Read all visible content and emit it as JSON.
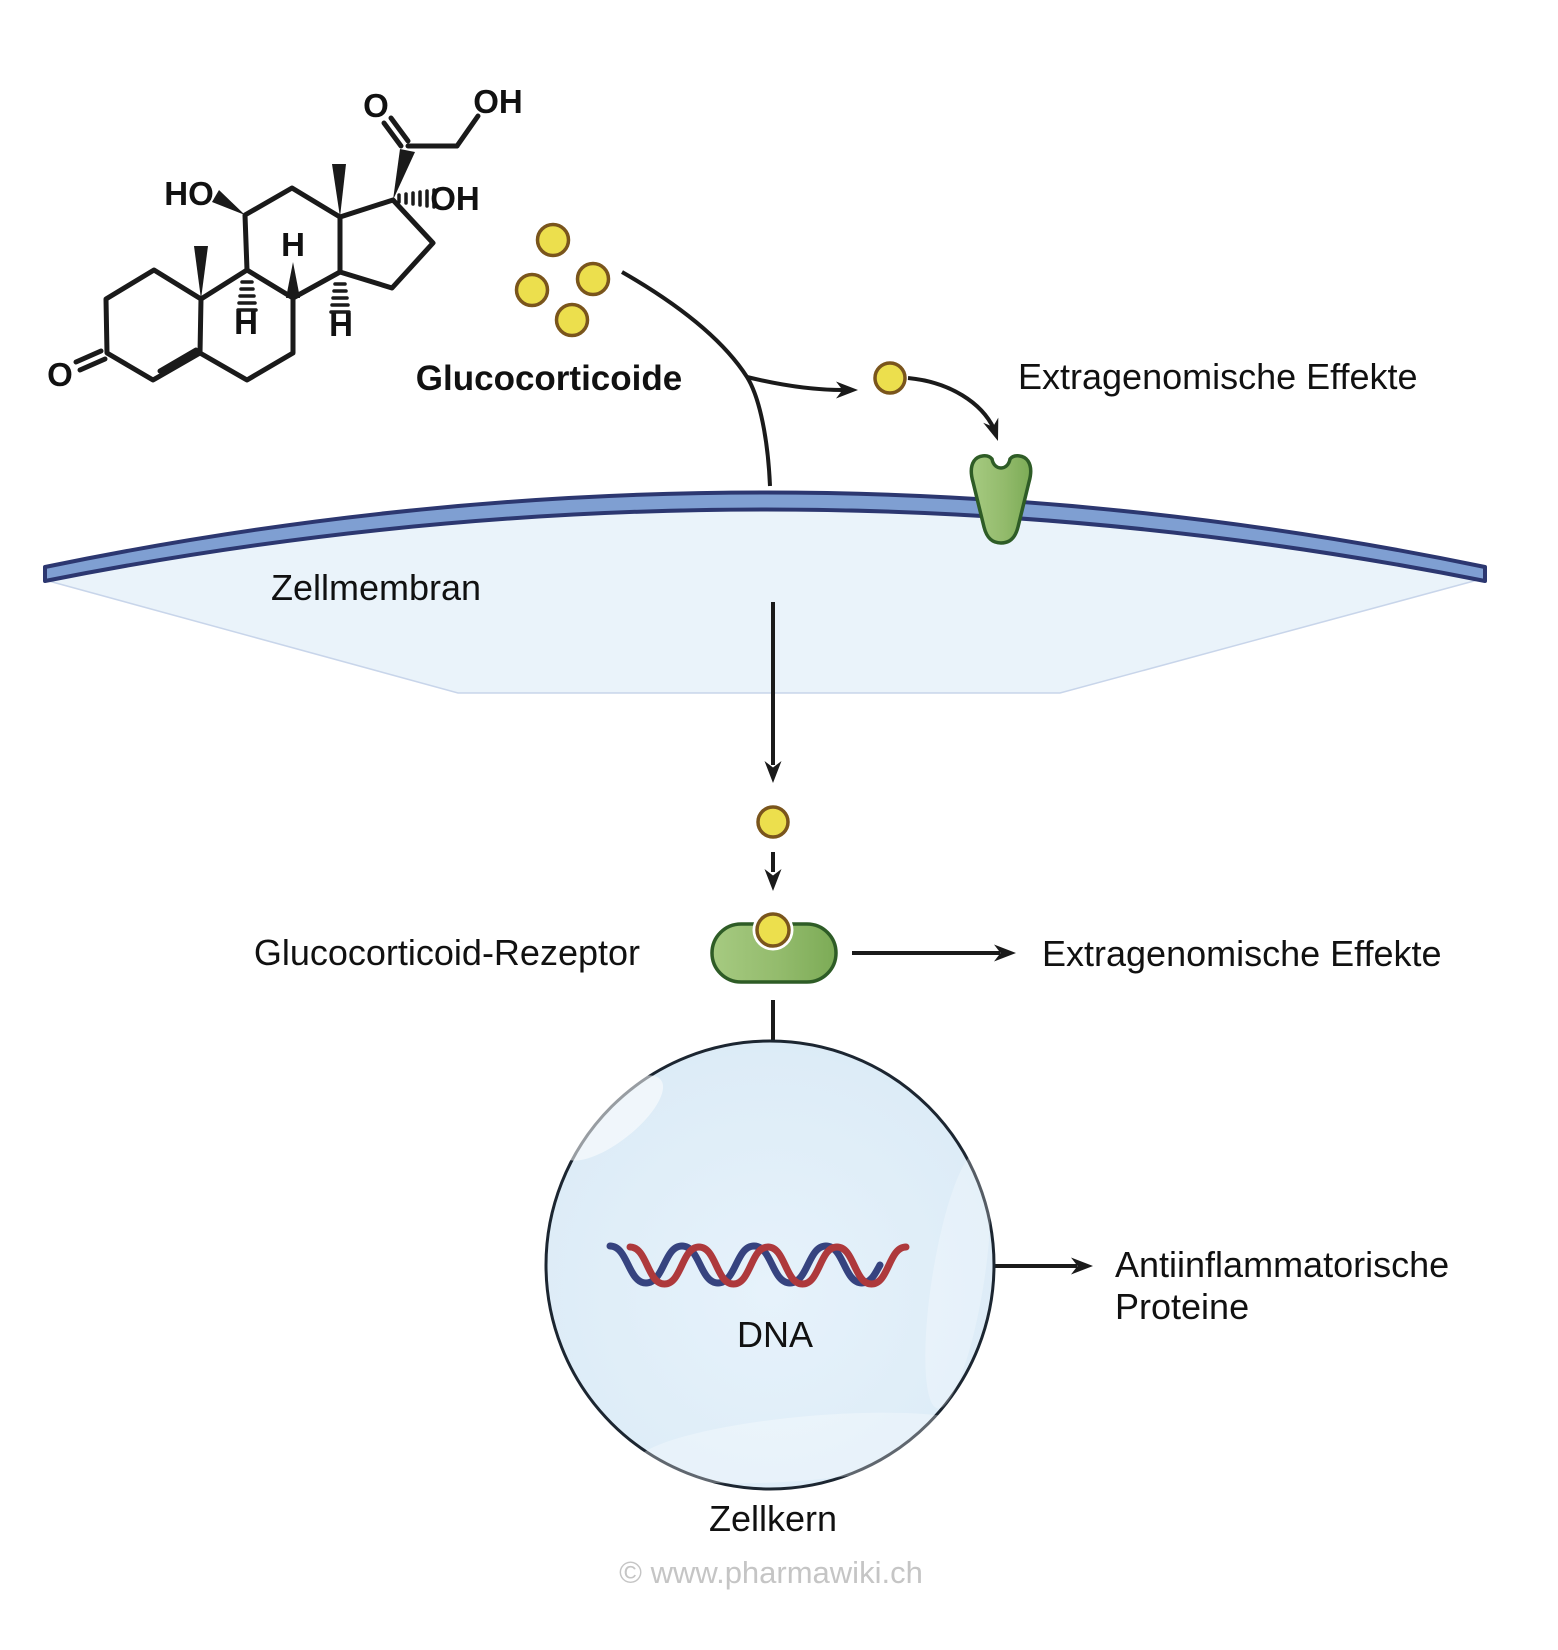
{
  "structure": {
    "title": "Glucocorticoide",
    "atoms": {
      "o_ketone": "O",
      "ho_c11": "HO",
      "o_c20": "O",
      "oh_c21": "OH",
      "oh_c17": "OH",
      "h_c8": "H",
      "h_c9": "H",
      "h_c14": "H"
    }
  },
  "membrane": {
    "label": "Zellmembran"
  },
  "extragenomic_top": {
    "label": "Extragenomische Effekte"
  },
  "receptor": {
    "label": "Glucocorticoid-Rezeptor"
  },
  "extragenomic_bottom": {
    "label": "Extragenomische Effekte"
  },
  "nucleus": {
    "label": "Zellkern",
    "dna_label": "DNA"
  },
  "proteins": {
    "line1": "Antiinflammatorische",
    "line2": "Proteine"
  },
  "footer": {
    "copyright": "© www.pharmawiki.ch"
  },
  "colors": {
    "molecule_yellow": "#ecdf4d",
    "molecule_outline": "#7a551c",
    "membrane_blue": "#7f9fd2",
    "membrane_outline": "#2c3770",
    "cell_interior": "#eaf3fa",
    "receptor_green": "#95bd6e",
    "receptor_outline": "#2e5c26",
    "nucleus_fill": "#dcebf6",
    "nucleus_outline": "#1c2631",
    "dna_blue": "#36437f",
    "dna_red": "#ae393c",
    "text": "#111111",
    "copyright_gray": "#c5c5c5"
  }
}
